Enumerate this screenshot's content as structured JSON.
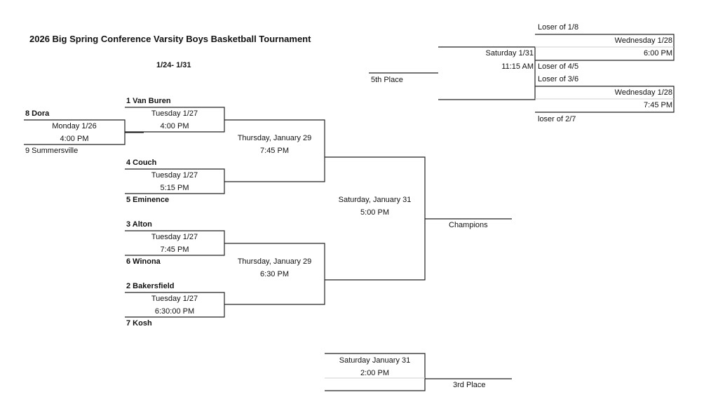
{
  "title": "2026 Big Spring Conference Varsity Boys Basketball Tournament",
  "dates": "1/24- 1/31",
  "teams": {
    "t1": "1 Van Buren",
    "t8": "8 Dora",
    "t9": "9 Summersville",
    "t4": "4 Couch",
    "t5": "5 Eminence",
    "t3": "3 Alton",
    "t6": "6 Winona",
    "t2": "2 Bakersfield",
    "t7": "7 Kosh"
  },
  "games": {
    "g_8_9": {
      "day": "Monday 1/26",
      "time": "4:00 PM"
    },
    "g_1": {
      "day": "Tuesday 1/27",
      "time": "4:00 PM"
    },
    "g_4_5": {
      "day": "Tuesday 1/27",
      "time": "5:15 PM"
    },
    "g_3_6": {
      "day": "Tuesday 1/27",
      "time": "7:45 PM"
    },
    "g_2_7": {
      "day": "Tuesday 1/27",
      "time": "6:30:00 PM"
    },
    "semi_top": {
      "day": "Thursday, January 29",
      "time": "7:45 PM"
    },
    "semi_bottom": {
      "day": "Thursday, January 29",
      "time": "6:30 PM"
    },
    "final": {
      "day": "Saturday, January 31",
      "time": "5:00 PM"
    },
    "third": {
      "day": "Saturday January 31",
      "time": "2:00 PM"
    },
    "cons_top": {
      "day": "Wednesday 1/28",
      "time": "6:00 PM"
    },
    "cons_bottom": {
      "day": "Wednesday 1/28",
      "time": "7:45 PM"
    },
    "fifth": {
      "day": "Saturday 1/31",
      "time": "11:15 AM"
    }
  },
  "labels": {
    "champions": "Champions",
    "third_place": "3rd Place",
    "fifth_place": "5th Place",
    "loser_1_8": "Loser of 1/8",
    "loser_4_5": "Loser of 4/5",
    "loser_3_6": "Loser of 3/6",
    "loser_2_7": "loser of 2/7"
  }
}
